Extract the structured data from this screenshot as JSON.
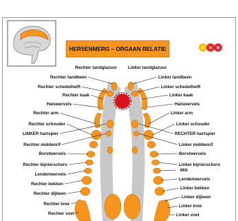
{
  "header": {
    "title": "HERSENMERG – ORGAAN RELATIE",
    "badges": [
      {
        "letter": "G",
        "color": "#f2c400"
      },
      {
        "letter": "N",
        "color": "#e8262d"
      },
      {
        "letter": "M",
        "color": "#e8262d"
      }
    ]
  },
  "top_labels": {
    "left": "Rechter tandglazuur",
    "right": "Linker tandglazuur"
  },
  "left_labels": [
    "Rechter tandbeen",
    "Rechter schedelhelft",
    "Rechter kaak",
    "Halswervels",
    "Rechter arm",
    "Rechter schouder",
    "LINKER hartspier",
    "Rechter middenrif",
    "Borstwervels",
    "Rechter bijnierschors",
    "Lendenwervels",
    "Rechter bekken",
    "Rechter dijbeen",
    "Rechter knie",
    "Rechter voet"
  ],
  "right_labels": [
    "Linker tandbeen",
    "Linker schedelhelft",
    "Linker kaak",
    "Halswervels",
    "Linker arm",
    "Linker schouder",
    "RECHTER hartspier",
    "Linker middenrif",
    "Borstwervels",
    "Linker bijnierschors",
    "Milt",
    "Lendenwervels",
    "Linker bekken",
    "Linker dijbeen",
    "Linker knie",
    "Linker voet"
  ],
  "colors": {
    "organ_fill": "#f7941d",
    "header_bar": "#f7941d",
    "marrow_gray": "#c8c8c8",
    "center_red": "#d7141b"
  }
}
